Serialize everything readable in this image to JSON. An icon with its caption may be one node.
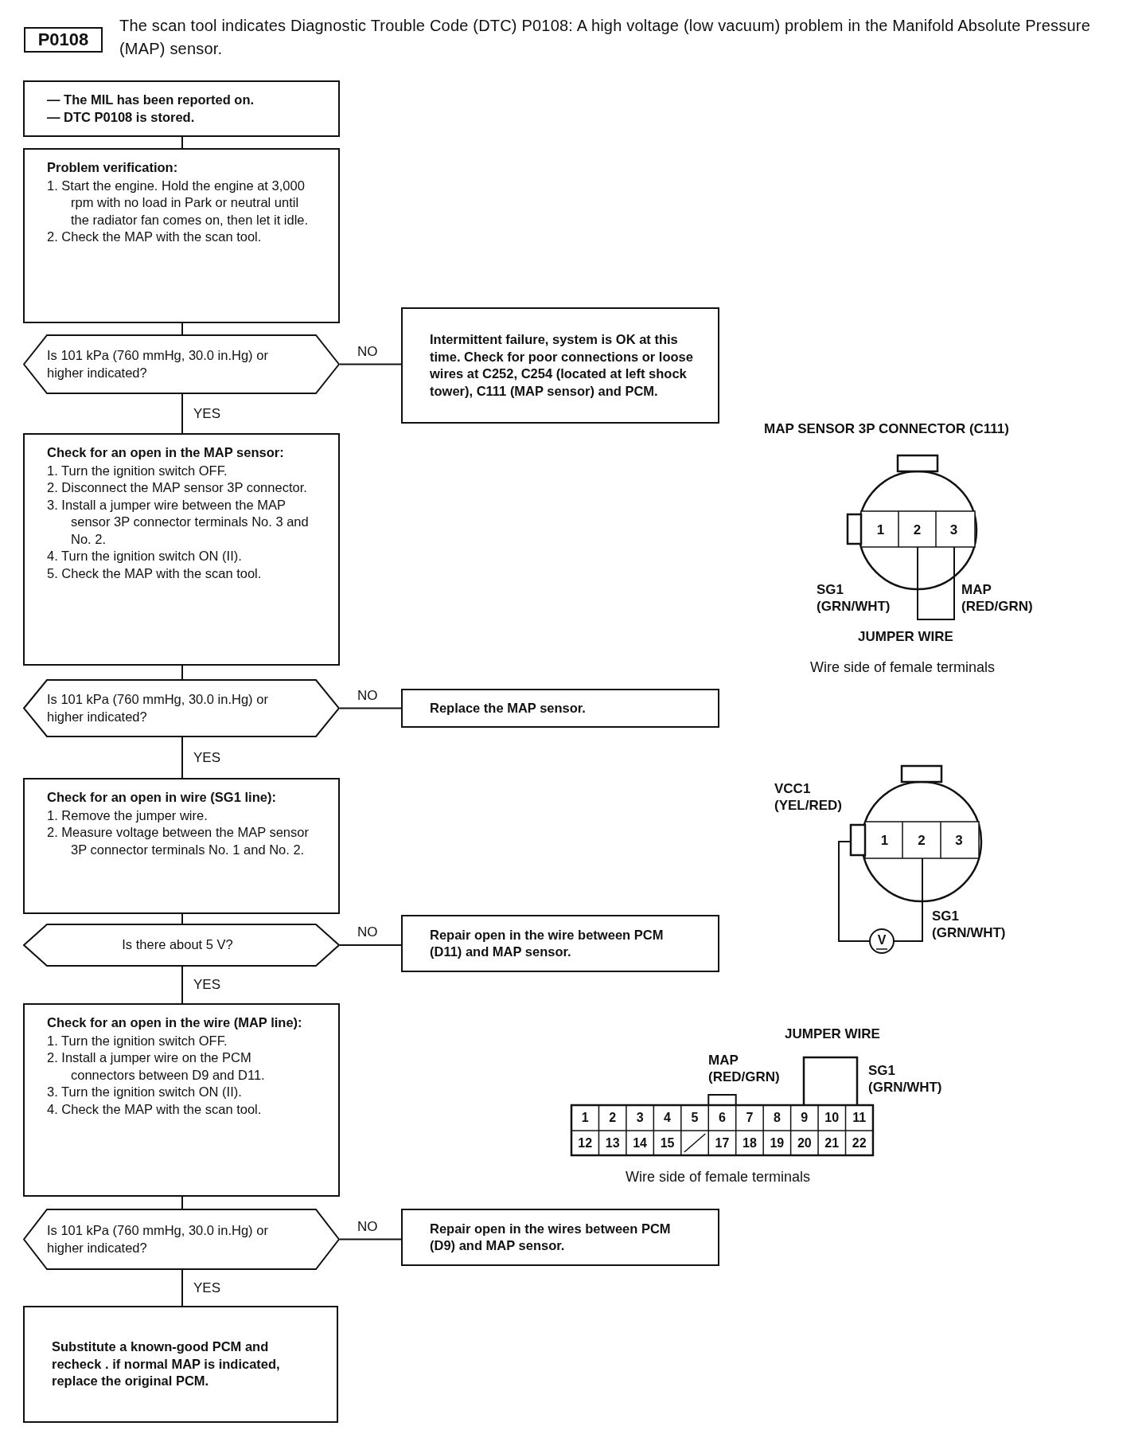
{
  "diagram": {
    "title": "The scan tool indicates Diagnostic Trouble Code (DTC) P0108: A high voltage (low vacuum) problem in the Manifold Absolute Pressure (MAP) sensor.",
    "nodes": [
      {
        "text": [
          "P0108"
        ]
      },
      {
        "text": [
          "— The MIL has been reported on.",
          "— DTC P0108 is stored."
        ]
      },
      {
        "text": [
          "Problem verification:",
          "1. Start the engine. Hold the engine at 3,000 rpm with no load in Park or neutral until the radiator fan comes on, then let it idle.",
          "2. Check the MAP with the scan tool."
        ]
      },
      {
        "text": [
          "Is 101 kPa (760 mmHg, 30.0 in.Hg) or higher indicated?"
        ]
      },
      {
        "text": [
          "Intermittent failure, system is OK at this time. Check for poor connections or loose wires at C252, C254 (located at left shock tower), C111 (MAP sensor) and PCM."
        ]
      },
      {
        "text": [
          "Check for an open in the MAP sensor:",
          "1. Turn the ignition switch OFF.",
          "2. Disconnect the MAP sensor 3P connector.",
          "3. Install a jumper wire between the MAP sensor 3P connector terminals No. 3 and No. 2.",
          "4. Turn the ignition switch ON (II).",
          "5. Check the MAP with the scan tool."
        ]
      },
      {
        "text": [
          "Is 101 kPa (760 mmHg, 30.0 in.Hg) or higher indicated?"
        ]
      },
      {
        "text": [
          "Replace the MAP sensor."
        ]
      },
      {
        "text": [
          "Check for an open in wire (SG1 line):",
          "1. Remove the jumper wire.",
          "2. Measure voltage between the MAP sensor 3P connector terminals No. 1 and No. 2."
        ]
      },
      {
        "text": [
          "Is there about 5 V?"
        ]
      },
      {
        "text": [
          "Repair open in the wire between PCM (D11) and MAP sensor."
        ]
      },
      {
        "text": [
          "Check for an open in the wire (MAP line):",
          "1. Turn the ignition switch OFF.",
          "2. Install a jumper wire on the PCM connectors between D9 and D11.",
          "3. Turn the ignition switch ON (II).",
          "4. Check the MAP with the scan tool."
        ]
      },
      {
        "text": [
          "Is 101 kPa (760 mmHg, 30.0 in.Hg) or higher indicated?"
        ]
      },
      {
        "text": [
          "Repair open in the wires between PCM (D9) and MAP sensor."
        ]
      },
      {
        "text": [
          "Substitute a known-good PCM and recheck . if normal MAP is indicated, replace the original PCM."
        ]
      }
    ],
    "edges": [
      {
        "from": 1,
        "to": 2,
        "arrow": "none"
      },
      {
        "from": 2,
        "to": 3,
        "arrow": "none"
      },
      {
        "from": 3,
        "to": 4,
        "arrow": "none",
        "label": "NO"
      },
      {
        "from": 3,
        "to": 5,
        "arrow": "none",
        "label": "YES"
      },
      {
        "from": 5,
        "to": 6,
        "arrow": "none"
      },
      {
        "from": 6,
        "to": 7,
        "arrow": "none",
        "label": "NO"
      },
      {
        "from": 6,
        "to": 8,
        "arrow": "none",
        "label": "YES"
      },
      {
        "from": 8,
        "to": 9,
        "arrow": "none"
      },
      {
        "from": 9,
        "to": 10,
        "arrow": "none",
        "label": "NO"
      },
      {
        "from": 9,
        "to": 11,
        "arrow": "none",
        "label": "YES"
      },
      {
        "from": 11,
        "to": 12,
        "arrow": "none"
      },
      {
        "from": 12,
        "to": 13,
        "arrow": "none",
        "label": "NO"
      },
      {
        "from": 12,
        "to": 14,
        "arrow": "none",
        "label": "YES"
      }
    ],
    "labels": [
      "MAP SENSOR 3P CONNECTOR (C111)",
      "1",
      "2",
      "3",
      "SG1 (GRN/WHT)",
      "MAP (RED/GRN)",
      "JUMPER WIRE",
      "Wire side of female terminals",
      "VCC1 (YEL/RED)",
      "1",
      "2",
      "3",
      "V",
      "SG1 (GRN/WHT)",
      "JUMPER WIRE",
      "MAP (RED/GRN)",
      "SG1 (GRN/WHT)",
      "1",
      "2",
      "3",
      "4",
      "5",
      "6",
      "7",
      "8",
      "9",
      "10",
      "11",
      "12",
      "13",
      "14",
      "15",
      "17",
      "18",
      "19",
      "20",
      "21",
      "22",
      "Wire side of female terminals"
    ]
  }
}
